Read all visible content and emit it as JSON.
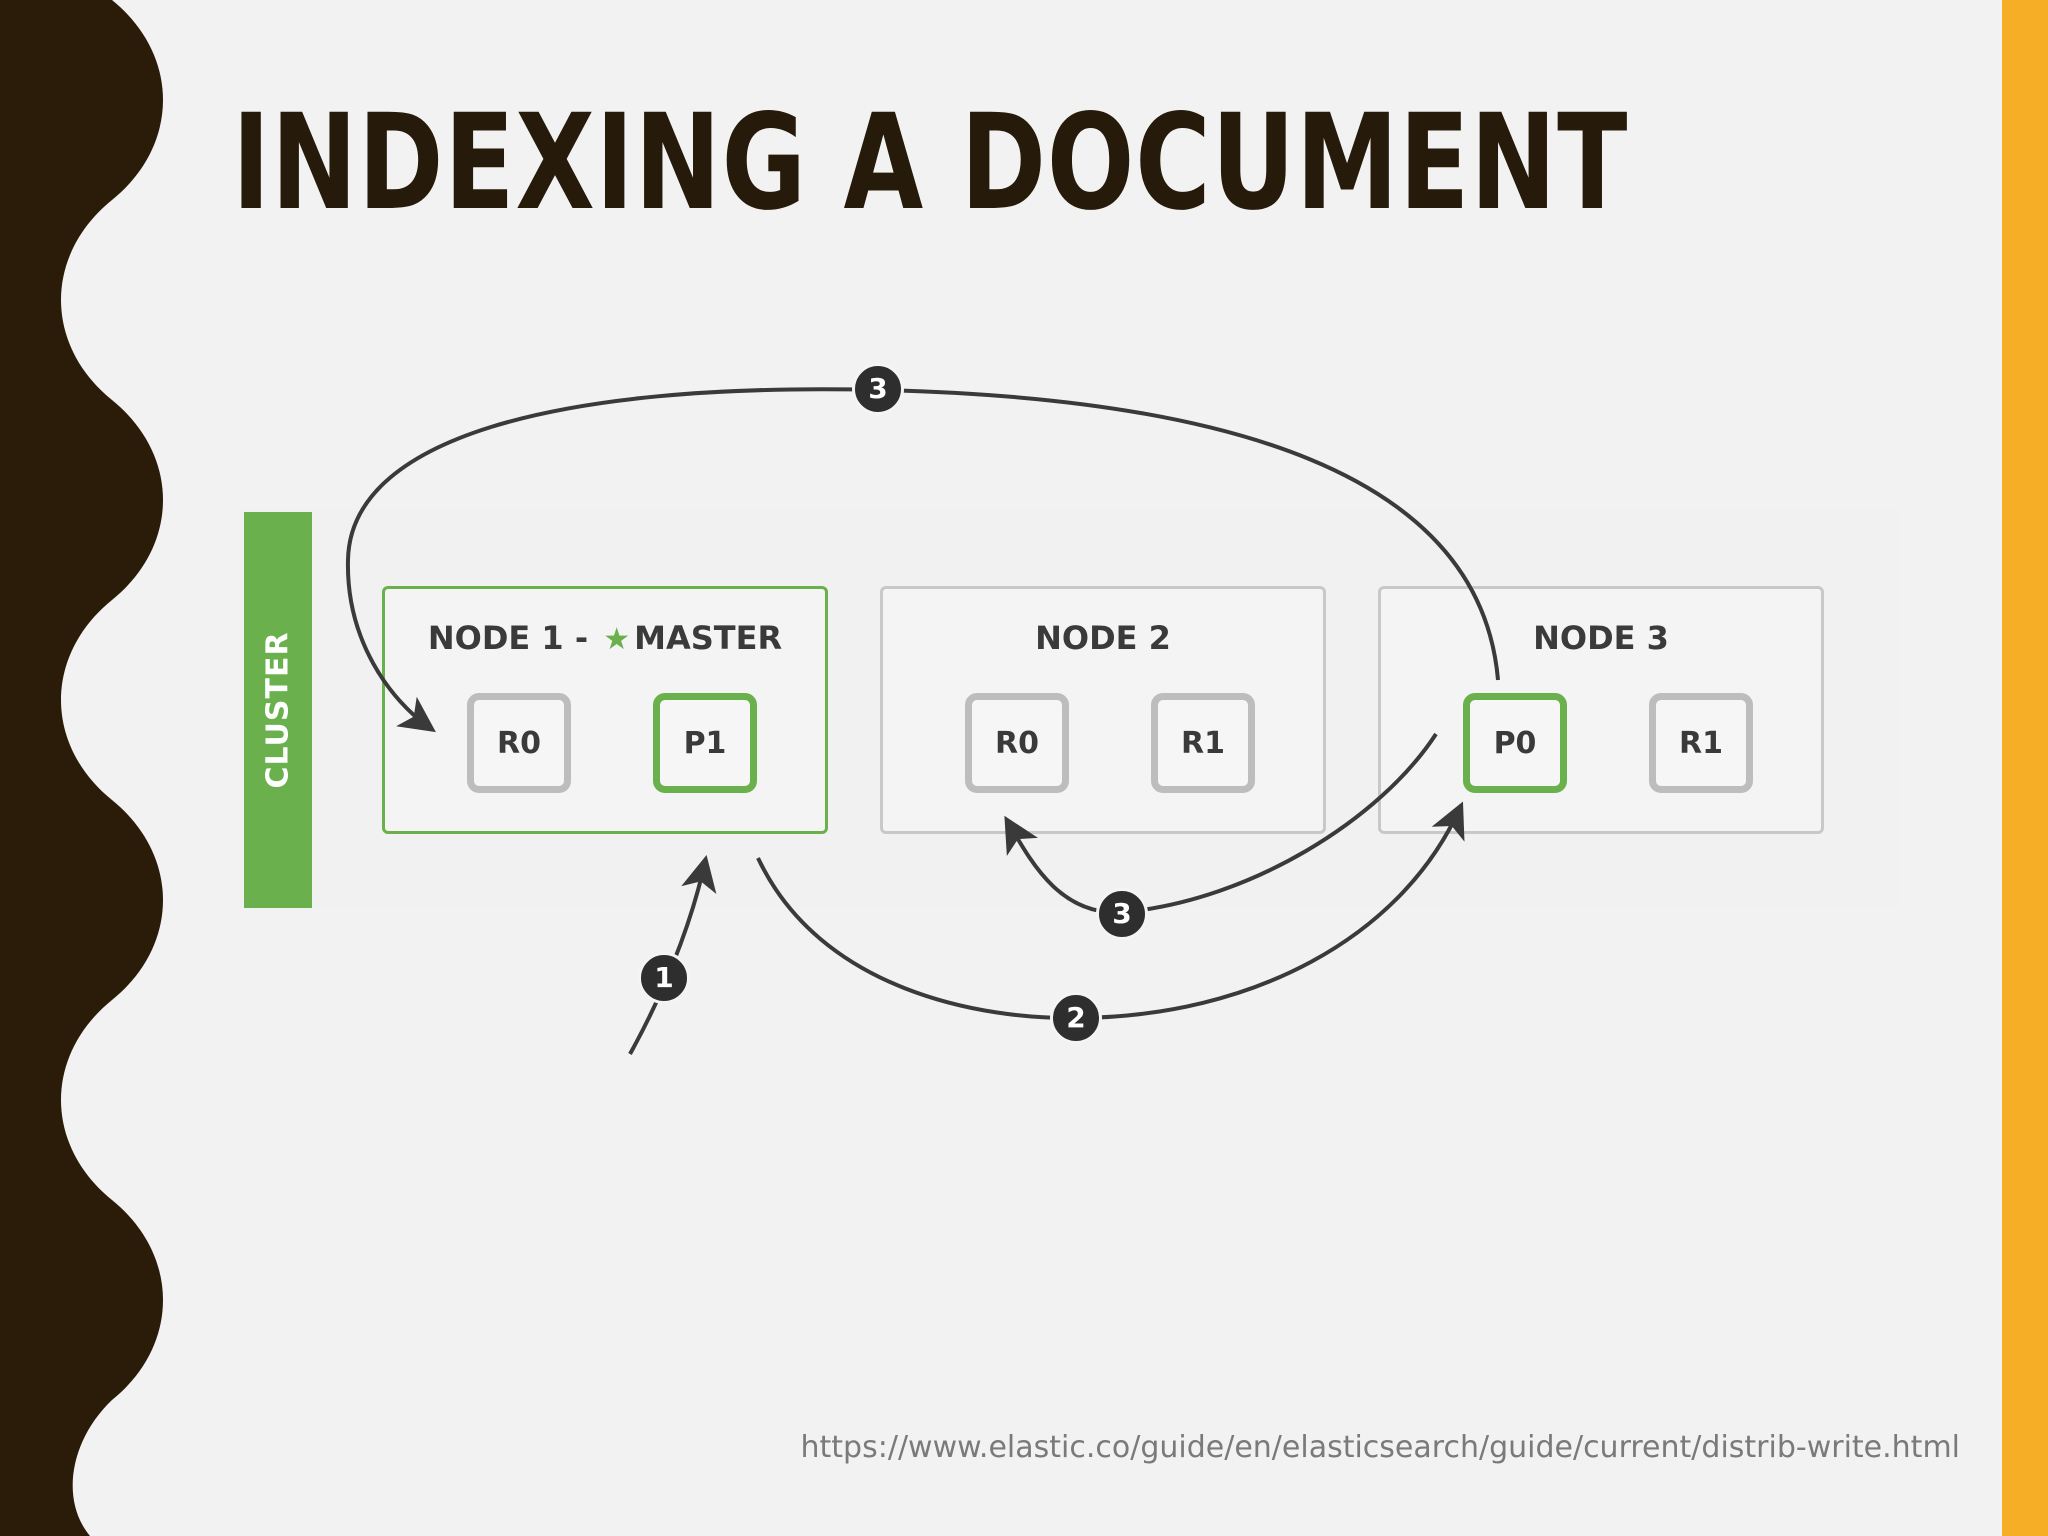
{
  "slide": {
    "title": "INDEXING A DOCUMENT",
    "source_url": "https://www.elastic.co/guide/en/elasticsearch/guide/current/distrib-write.html"
  },
  "diagram": {
    "cluster_label": "CLUSTER",
    "nodes": [
      {
        "title_prefix": "NODE 1 -",
        "title_suffix": "MASTER",
        "is_master": true,
        "shards": [
          {
            "label": "R0",
            "primary": false
          },
          {
            "label": "P1",
            "primary": true
          }
        ]
      },
      {
        "title": "NODE 2",
        "is_master": false,
        "shards": [
          {
            "label": "R0",
            "primary": false
          },
          {
            "label": "R1",
            "primary": false
          }
        ]
      },
      {
        "title": "NODE 3",
        "is_master": false,
        "shards": [
          {
            "label": "P0",
            "primary": true
          },
          {
            "label": "R1",
            "primary": false
          }
        ]
      }
    ],
    "steps": {
      "request": "1",
      "forward": "2",
      "replicate_top": "3",
      "replicate_bottom": "3"
    },
    "icons": {
      "master": "star-icon",
      "arrow": "arrow-icon",
      "step": "numbered-step-badge"
    }
  },
  "colors": {
    "title": "#261a0a",
    "left_band": "#2a1c08",
    "right_band": "#f5ae26",
    "primary_green": "#6ab04c",
    "replica_gray": "#bdbdbd",
    "arrow": "#3a3a3a",
    "background": "#f2f2f2"
  }
}
